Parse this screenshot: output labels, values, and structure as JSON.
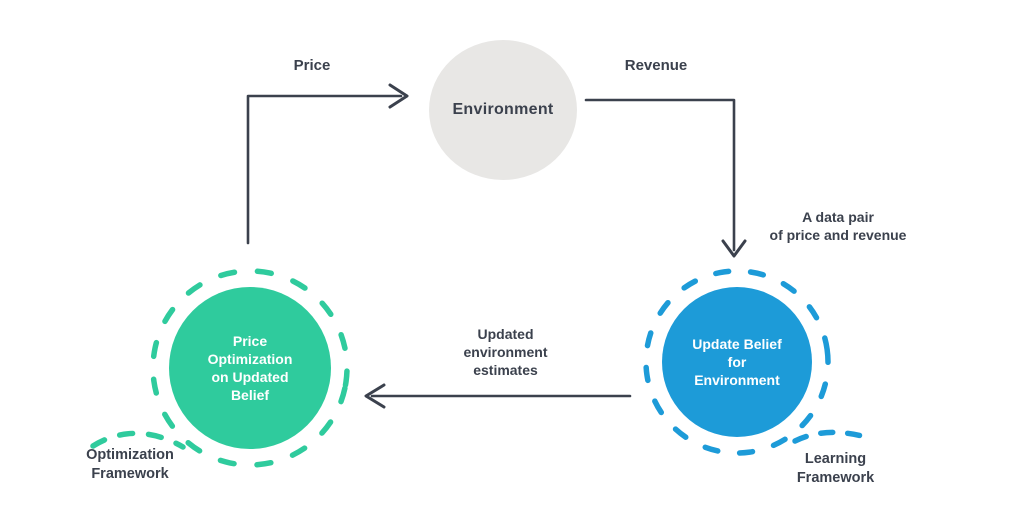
{
  "diagram": {
    "background": "#ffffff",
    "nodes": {
      "environment": {
        "label": "Environment",
        "fill": "#e8e7e5",
        "text_color": "#3b414d"
      },
      "update_belief": {
        "label": "Update Belief\nfor\nEnvironment",
        "fill": "#1d9bd8",
        "ring_color": "#1d9bd8",
        "text_color": "#ffffff"
      },
      "price_optimization": {
        "label": "Price\nOptimization\non Updated\nBelief",
        "fill": "#2fcb9d",
        "ring_color": "#2fcb9d",
        "text_color": "#ffffff"
      }
    },
    "edges": {
      "price": {
        "label": "Price",
        "from": "price_optimization",
        "to": "environment"
      },
      "revenue": {
        "label": "Revenue",
        "from": "environment",
        "to": "update_belief"
      },
      "data_pair": {
        "label": "A data pair\nof price and revenue",
        "annotates": "revenue-arrow"
      },
      "updated_estimates": {
        "label": "Updated\nenvironment\nestimates",
        "from": "update_belief",
        "to": "price_optimization"
      }
    },
    "captions": {
      "optimization_framework": {
        "label": "Optimization\nFramework"
      },
      "learning_framework": {
        "label": "Learning\nFramework"
      }
    },
    "colors": {
      "arrow": "#3b414d",
      "label_text": "#3b414d",
      "learning_accent": "#1d9bd8",
      "optimization_accent": "#2fcb9d",
      "environment_fill": "#e8e7e5"
    }
  }
}
